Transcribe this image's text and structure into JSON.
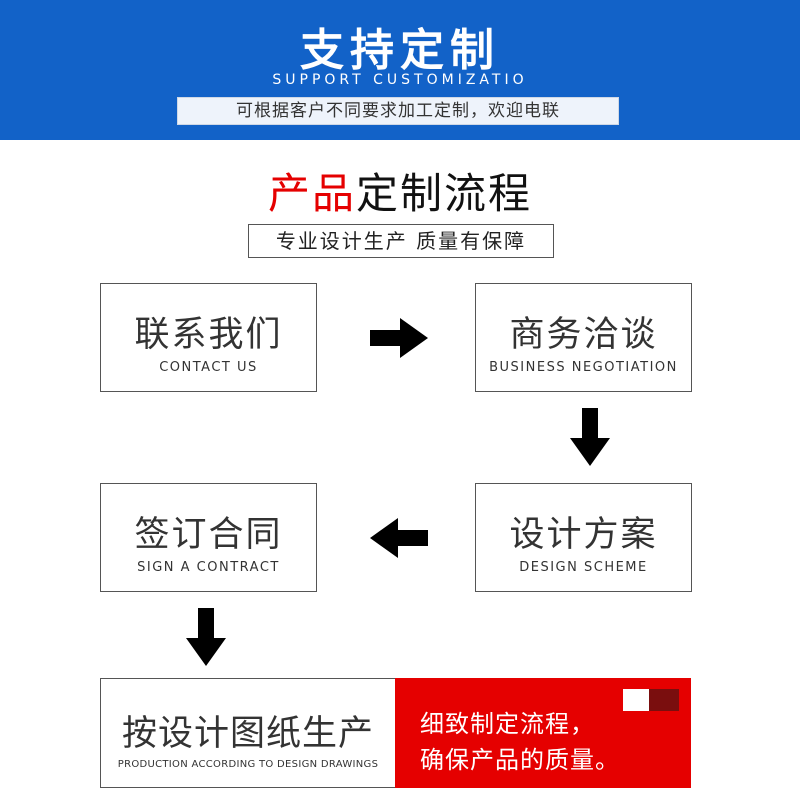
{
  "banner": {
    "title": "支持定制",
    "subtitle": "SUPPORT CUSTOMIZATIO",
    "note": "可根据客户不同要求加工定制，欢迎电联"
  },
  "heading": {
    "red_part": "产品",
    "black_part": "定制流程"
  },
  "tagline": "专业设计生产 质量有保障",
  "steps": [
    {
      "cn": "联系我们",
      "en": "CONTACT US"
    },
    {
      "cn": "商务洽谈",
      "en": "BUSINESS NEGOTIATION"
    },
    {
      "cn": "设计方案",
      "en": "DESIGN SCHEME"
    },
    {
      "cn": "签订合同",
      "en": "SIGN A CONTRACT"
    },
    {
      "cn": "按设计图纸生产",
      "en": "PRODUCTION ACCORDING TO DESIGN DRAWINGS"
    }
  ],
  "highlight": {
    "line1": "细致制定流程，",
    "line2": "确保产品的质量。"
  },
  "colors": {
    "banner_blue": "#1262c8",
    "accent_red": "#e50000",
    "swatch_dark": "#7a0e0e"
  },
  "icons": [
    "arrow-right-icon",
    "arrow-down-icon",
    "arrow-left-icon"
  ]
}
